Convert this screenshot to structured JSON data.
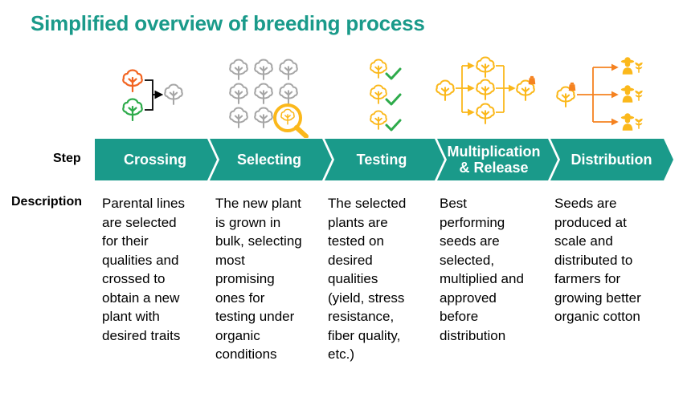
{
  "title": "Simplified overview of breeding process",
  "row_labels": {
    "step": "Step",
    "description": "Description"
  },
  "colors": {
    "title": "#1a9a8a",
    "chevron": "#1a9a8a",
    "orange_plant": "#f26522",
    "green_plant": "#2eab4b",
    "grey_plant": "#a6a6a6",
    "yellow_plant": "#fbb81b",
    "check": "#2eab4b"
  },
  "steps": [
    {
      "name": "Crossing",
      "icon": "crossing-plants-icon",
      "description": [
        "Parental lines",
        "are selected",
        "for their",
        "qualities and",
        "crossed to",
        "obtain a new",
        "plant with",
        "desired traits"
      ]
    },
    {
      "name": "Selecting",
      "icon": "magnifier-selection-icon",
      "description": [
        "The new plant",
        "is grown in",
        "bulk, selecting",
        "most",
        "promising",
        "ones for",
        "testing under",
        "organic",
        "conditions"
      ]
    },
    {
      "name": "Testing",
      "icon": "checkmark-plants-icon",
      "description": [
        "The selected",
        "plants are",
        "tested on",
        "desired",
        "qualities",
        "(yield, stress",
        "resistance,",
        "fiber quality,",
        "etc.)"
      ]
    },
    {
      "name_lines": [
        "Multiplication",
        "& Release"
      ],
      "icon": "multiplication-tree-icon",
      "description": [
        "Best",
        "performing",
        "seeds are",
        "selected,",
        "multiplied and",
        "approved",
        "before",
        "distribution"
      ]
    },
    {
      "name": "Distribution",
      "icon": "distribution-farmers-icon",
      "description": [
        "Seeds are",
        "produced at",
        "scale and",
        "distributed to",
        "farmers for",
        "growing better",
        "organic cotton"
      ]
    }
  ]
}
